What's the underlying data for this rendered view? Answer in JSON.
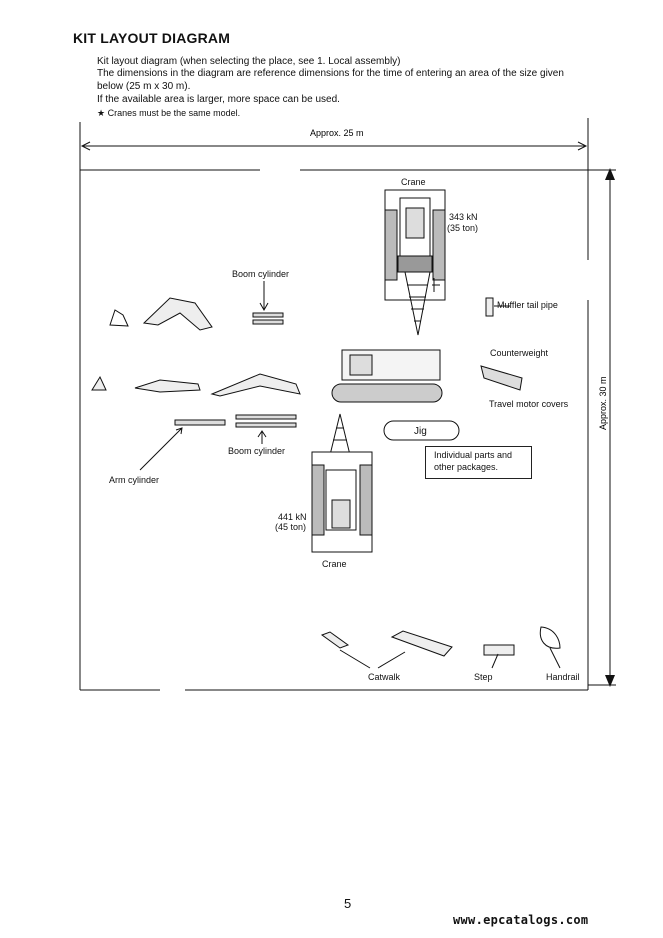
{
  "title": "KIT LAYOUT DIAGRAM",
  "intro": [
    "Kit layout diagram (when selecting the place, see 1. Local assembly)",
    "The dimensions in the diagram are reference dimensions for the time of entering an area of the size given",
    "below (25 m x 30 m).",
    "If the available area is larger, more space can be used."
  ],
  "note": "★  Cranes must be the same model.",
  "dimensions": {
    "width": "Approx. 25 m",
    "height": "Approx. 30 m"
  },
  "labels": {
    "crane_top": "Crane",
    "crane_top_cap_1": "343 kN",
    "crane_top_cap_2": "(35 ton)",
    "boom_cylinder_top": "Boom cylinder",
    "muffler": "Muffler tail pipe",
    "counterweight": "Counterweight",
    "travel_motor": "Travel motor covers",
    "jig": "Jig",
    "packages_1": "Individual parts and",
    "packages_2": "other packages.",
    "boom_cylinder_bottom": "Boom cylinder",
    "arm_cylinder": "Arm cylinder",
    "crane_bottom_cap_1": "441 kN",
    "crane_bottom_cap_2": "(45 ton)",
    "crane_bottom": "Crane",
    "catwalk": "Catwalk",
    "step": "Step",
    "handrail": "Handrail"
  },
  "page_number": "5",
  "website": "www.epcatalogs.com"
}
